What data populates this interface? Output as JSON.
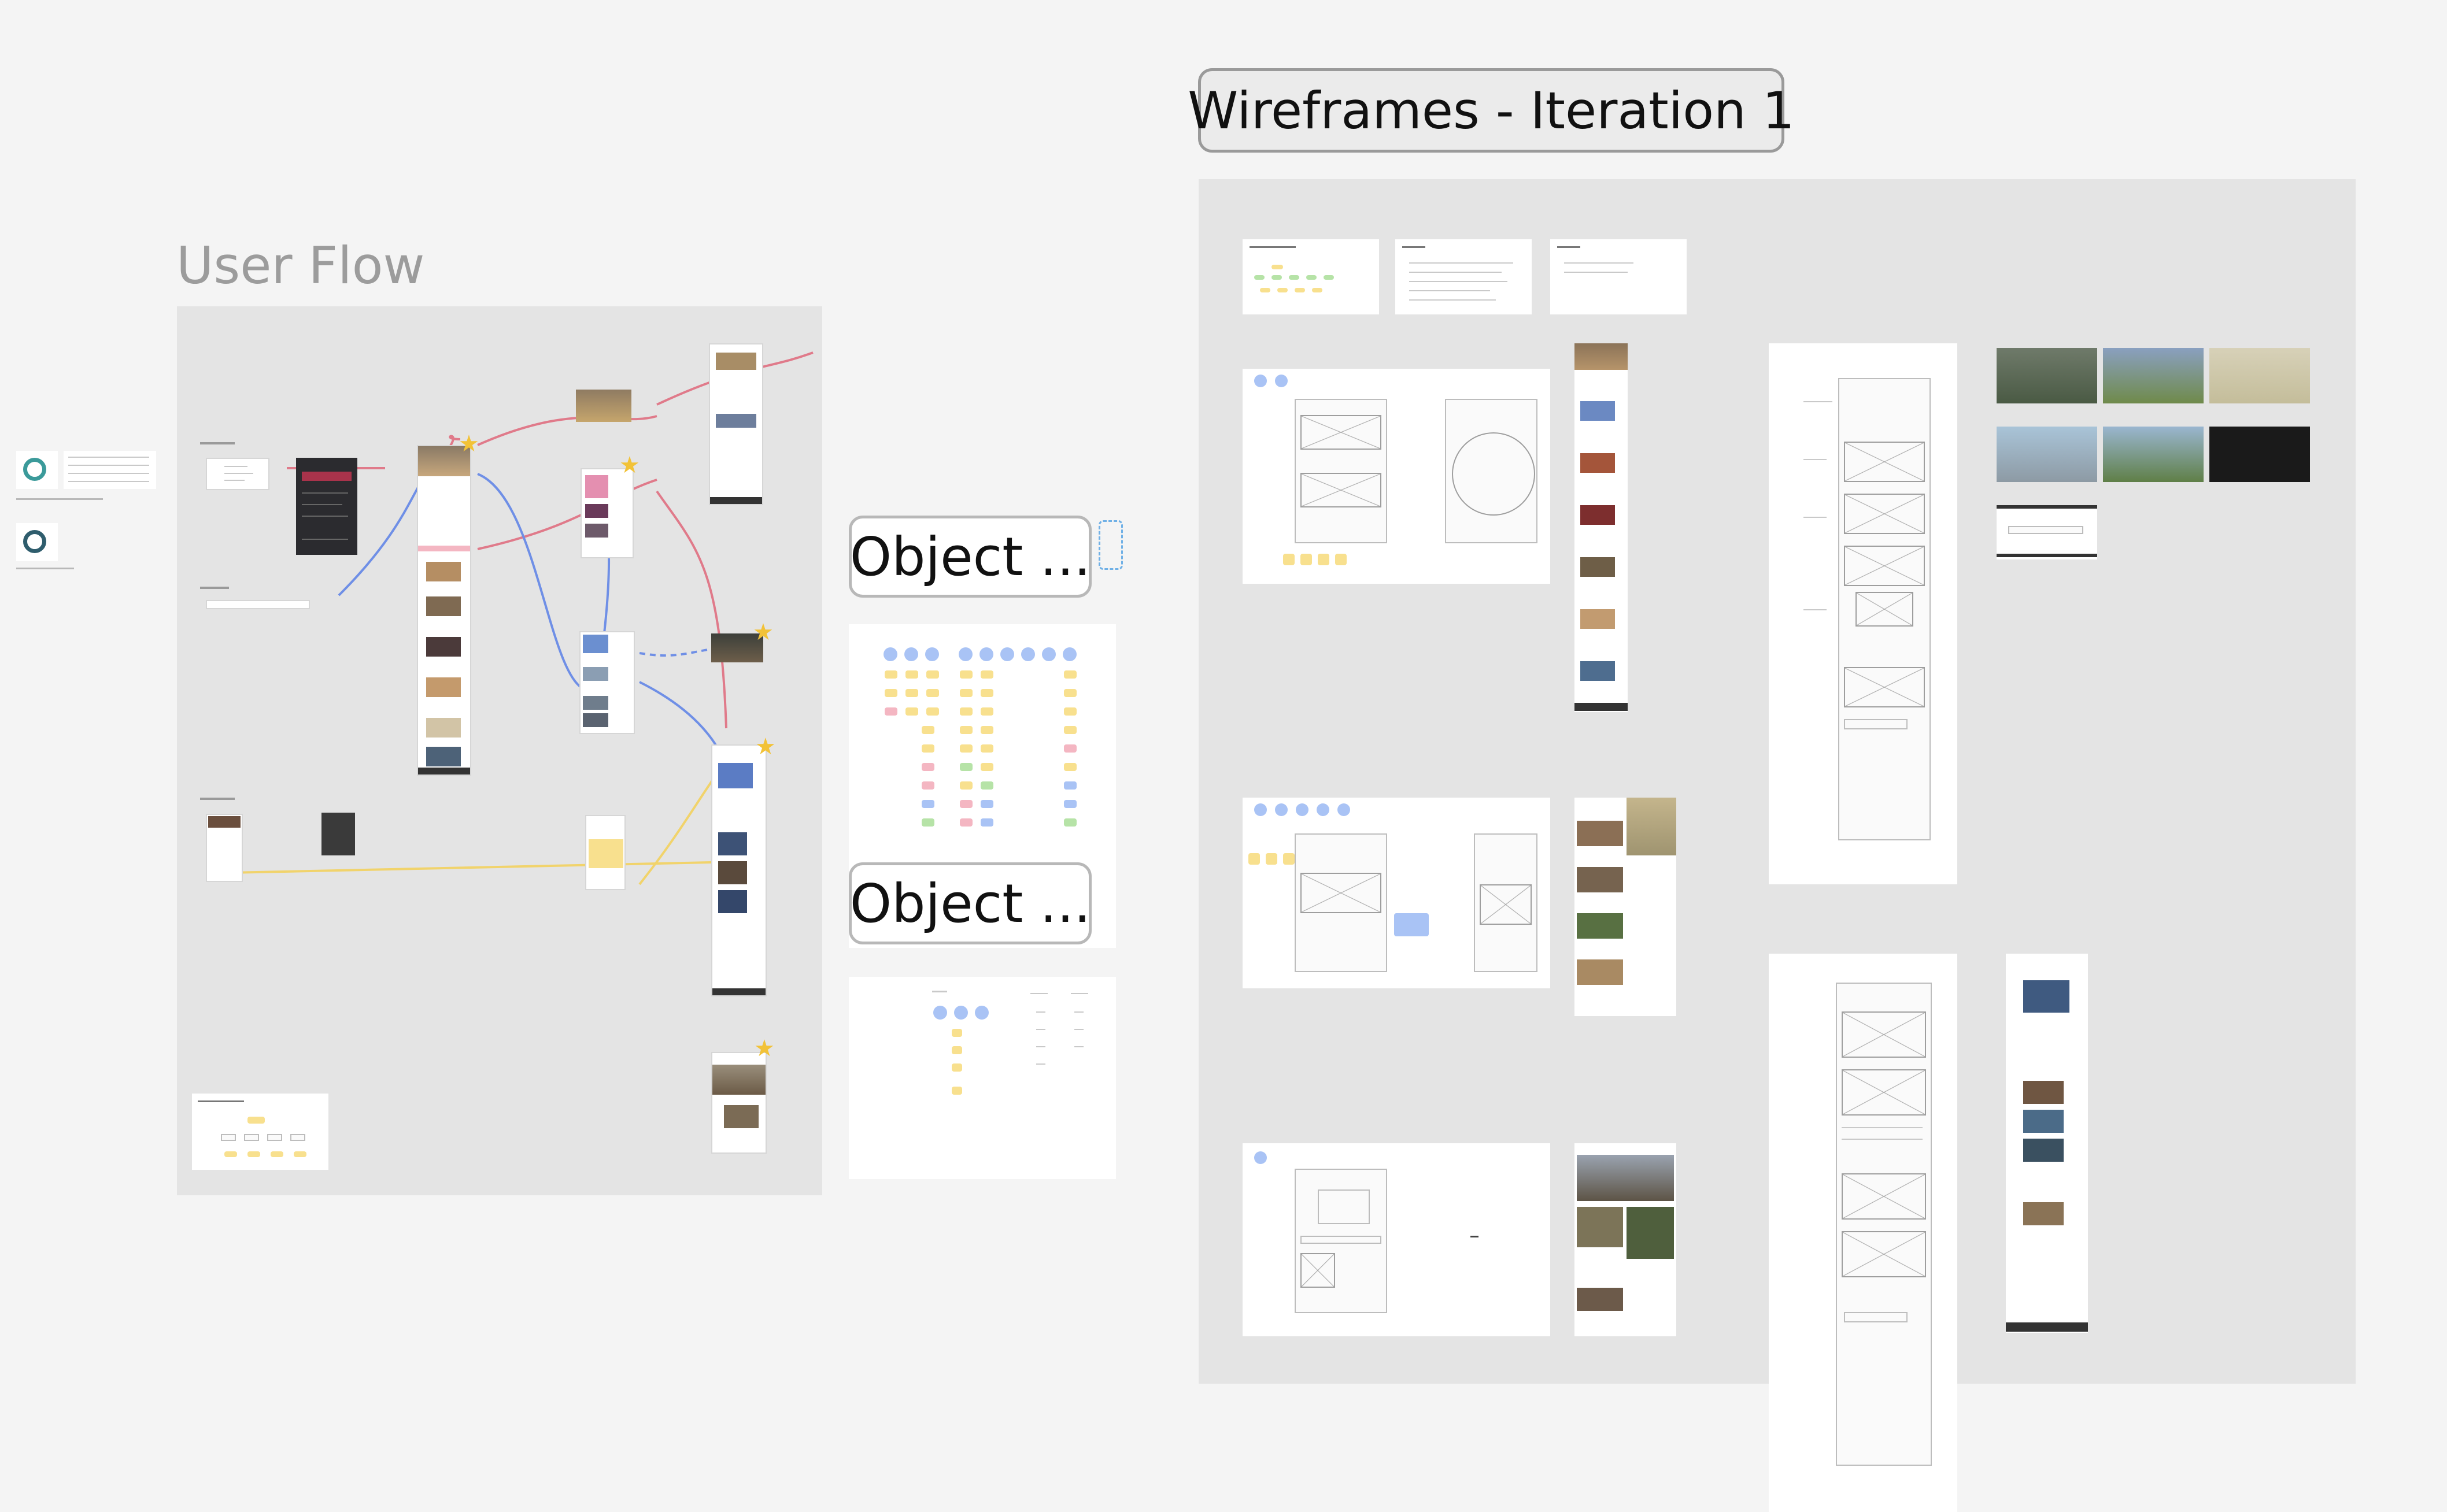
{
  "canvas": {
    "background": "#f4f4f4"
  },
  "sections": {
    "user_flow": {
      "label": "User Flow",
      "background": "#e4e4e4"
    },
    "wireframes": {
      "label": "Wireframes - Iteration 1",
      "background": "#e4e4e4"
    }
  },
  "object_labels": [
    "Object ...",
    "Object ..."
  ],
  "colors": {
    "yellow_tag": "#f8e08e",
    "blue_node": "#a9c3f5",
    "green_tag": "#b6e3a7",
    "pink_tag": "#f4b6c2",
    "star": "#f2c237",
    "flow_blue": "#6f8fe6",
    "flow_red": "#e07a8a",
    "flow_yellow": "#f1d36b"
  },
  "icons": [
    "star-icon"
  ]
}
